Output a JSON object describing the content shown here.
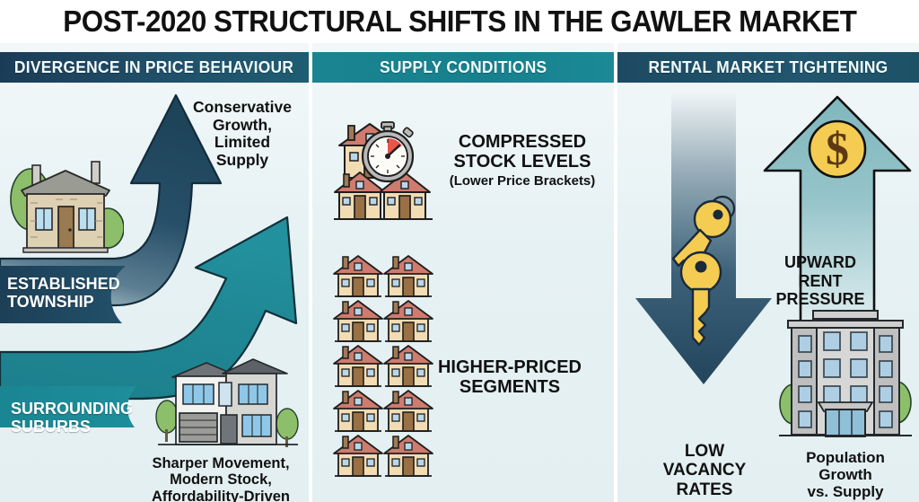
{
  "title": "POST-2020 STRUCTURAL SHIFTS IN THE GAWLER MARKET",
  "colors": {
    "header_left": "#1d5060",
    "header_mid": "#18818e",
    "header_right": "#1d4e63",
    "panel_bg": "#e6f1f3",
    "arrow_navy": "#234c66",
    "arrow_teal": "#1f8491",
    "key_gold": "#f5cc52",
    "roof_red": "#c9766a",
    "house_tan": "#f0d9b0"
  },
  "columns": [
    {
      "id": "divergence",
      "header": "DIVERGENCE IN PRICE BEHAVIOUR",
      "ribbons": [
        {
          "name": "established-township",
          "label": "ESTABLISHED\nTOWNSHIP",
          "line1": "ESTABLISHED",
          "line2": "TOWNSHIP"
        },
        {
          "name": "surrounding-suburbs",
          "label": "SURROUNDING\nSUBURBS",
          "line1": "SURROUNDING",
          "line2": "SUBURBS"
        }
      ],
      "annotations": [
        {
          "name": "conservative-growth",
          "text": "Conservative Growth, Limited Supply"
        },
        {
          "name": "sharper-movement",
          "text": "Sharper Movement, Modern Stock, Affordability-Driven"
        }
      ],
      "icons": [
        "stone-cottage-icon",
        "modern-suburban-house-icon",
        "navy-curved-up-arrow",
        "teal-curved-up-arrow"
      ]
    },
    {
      "id": "supply",
      "header": "SUPPLY CONDITIONS",
      "items": [
        {
          "name": "compressed-stock",
          "heading": "COMPRESSED STOCK LEVELS",
          "subtext": "(Lower Price Brackets)",
          "icon": "houses-with-stopwatch-icon"
        },
        {
          "name": "higher-priced",
          "heading": "HIGHER-PRICED SEGMENTS",
          "subtext": "",
          "icon": "stacked-houses-icon"
        }
      ],
      "stacked_houses": {
        "rows": 5,
        "columns": 2
      }
    },
    {
      "id": "rental",
      "header": "RENTAL MARKET TIGHTENING",
      "items": [
        {
          "name": "low-vacancy",
          "caption": "LOW VACANCY RATES",
          "icon": "down-arrow-with-keys-icon",
          "key_count": 2
        },
        {
          "name": "upward-rent-pressure",
          "caption": "Population Growth vs. Supply",
          "inner_label": "UPWARD RENT PRESSURE",
          "icon": "up-arrow-with-dollar-icon"
        },
        {
          "name": "apartment-building",
          "icon": "apartment-building-icon",
          "floors": 4
        }
      ]
    }
  ],
  "text": {
    "conservative_l1": "Conservative",
    "conservative_l2": "Growth,",
    "conservative_l3": "Limited",
    "conservative_l4": "Supply",
    "established_l1": "ESTABLISHED",
    "established_l2": "TOWNSHIP",
    "surrounding_l1": "SURROUNDING",
    "surrounding_l2": "SUBURBS",
    "sharper_l1": "Sharper Movement,",
    "sharper_l2": "Modern Stock,",
    "sharper_l3": "Affordability-Driven",
    "compressed_l1": "COMPRESSED",
    "compressed_l2": "STOCK LEVELS",
    "compressed_sub": "(Lower Price Brackets)",
    "higher_l1": "HIGHER-PRICED",
    "higher_l2": "SEGMENTS",
    "upward_l1": "UPWARD",
    "upward_l2": "RENT",
    "upward_l3": "PRESSURE",
    "lowvac_l1": "LOW",
    "lowvac_l2": "VACANCY",
    "lowvac_l3": "RATES",
    "pop_l1": "Population",
    "pop_l2": "Growth",
    "pop_l3": "vs. Supply"
  }
}
